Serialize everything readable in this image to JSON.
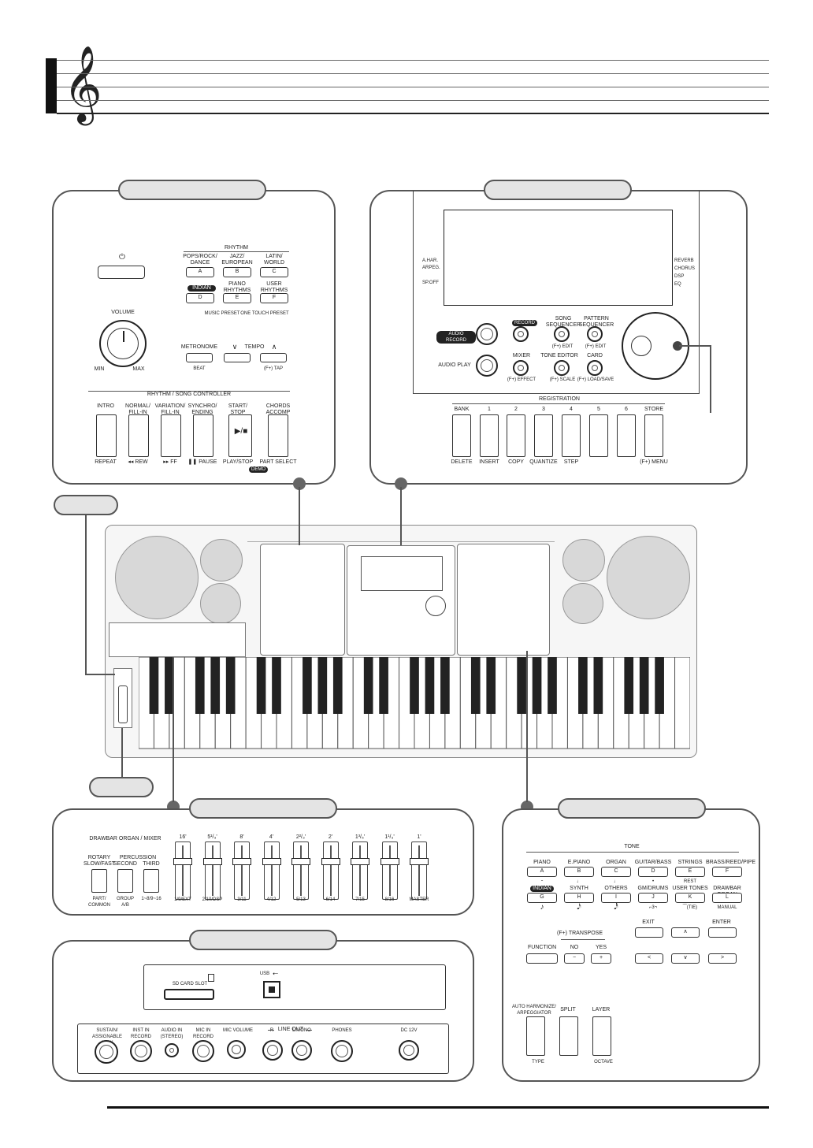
{
  "rhythm_panel": {
    "rhythm_title": "RHYTHM",
    "power_symbol": "⏻",
    "rhythm_buttons": [
      {
        "top": "POPS/ROCK/\nDANCE",
        "letter": "A"
      },
      {
        "top": "JAZZ/\nEUROPEAN",
        "letter": "B"
      },
      {
        "top": "LATIN/\nWORLD",
        "letter": "C"
      },
      {
        "top": "INDIAN",
        "letter": "D"
      },
      {
        "top": "PIANO\nRHYTHMS",
        "letter": "E"
      },
      {
        "top": "USER\nRHYTHMS",
        "letter": "F"
      }
    ],
    "music_preset": "MUSIC PRESET",
    "one_touch_preset": "ONE TOUCH PRESET",
    "volume": "VOLUME",
    "min": "MIN",
    "max": "MAX",
    "metronome": "METRONOME",
    "beat": "BEAT",
    "tempo_down": "∨",
    "tempo": "TEMPO",
    "tempo_up": "∧",
    "tap": "(F+) TAP",
    "controller_title": "RHYTHM / SONG CONTROLLER",
    "controller_buttons": [
      {
        "top": "INTRO",
        "bottom": "REPEAT"
      },
      {
        "top": "NORMAL/\nFILL-IN",
        "bottom": "◂◂ REW"
      },
      {
        "top": "VARIATION/\nFILL-IN",
        "bottom": "▸▸ FF"
      },
      {
        "top": "SYNCHRO/\nENDING",
        "bottom": "❚❚ PAUSE"
      },
      {
        "top": "START/\nSTOP",
        "bottom": "PLAY/STOP"
      },
      {
        "top": "CHORDS\nACCOMP ON/OFF",
        "bottom": "PART SELECT"
      }
    ],
    "start_stop_symbol": "▶/■",
    "demo": "DEMO"
  },
  "display_panel": {
    "left_labels": [
      "A.HAR.",
      "ARPEG.",
      "SP.OFF"
    ],
    "right_labels": [
      "REVERB",
      "CHORUS",
      "DSP",
      "EQ"
    ],
    "audio_record": "AUDIO RECORD",
    "audio_play": "AUDIO PLAY",
    "record": "RECORD",
    "song_sequencer": "SONG\nSEQUENCER",
    "song_edit": "(F+) EDIT",
    "pattern_sequencer": "PATTERN\nSEQUENCER",
    "pattern_edit": "(F+) EDIT",
    "mixer": "MIXER",
    "mixer_sub": "(F+) EFFECT",
    "tone_editor": "TONE EDITOR",
    "tone_editor_sub": "(F+) SCALE",
    "card": "CARD",
    "card_sub": "(F+) LOAD/SAVE",
    "registration": "REGISTRATION",
    "reg_top": [
      "BANK",
      "1",
      "2",
      "3",
      "4",
      "5",
      "6",
      "STORE"
    ],
    "reg_bottom": [
      "DELETE",
      "INSERT",
      "COPY",
      "QUANTIZE",
      "STEP",
      "",
      "",
      "(F+) MENU"
    ]
  },
  "drawbar_panel": {
    "title": "DRAWBAR ORGAN / MIXER",
    "rotary": "ROTARY\nSLOW/FAST",
    "percussion": "PERCUSSION",
    "second": "SECOND",
    "third": "THIRD",
    "part_common": "PART/\nCOMMON",
    "group": "GROUP\nA/B",
    "range": "1~8/9~16",
    "drawbars": [
      {
        "top": "16'",
        "bottom": "1/9/EXT"
      },
      {
        "top": "5¹/₃'",
        "bottom": "2/10/DSP"
      },
      {
        "top": "8'",
        "bottom": "3/11"
      },
      {
        "top": "4'",
        "bottom": "4/12"
      },
      {
        "top": "2²/₃'",
        "bottom": "5/13"
      },
      {
        "top": "2'",
        "bottom": "6/14"
      },
      {
        "top": "1³/₅'",
        "bottom": "7/15"
      },
      {
        "top": "1¹/₃'",
        "bottom": "8/16"
      },
      {
        "top": "1'",
        "bottom": "MASTER"
      }
    ]
  },
  "rear_panel": {
    "sd_card_slot": "SD CARD SLOT",
    "usb": "USB",
    "jacks": [
      "SUSTAIN/\nASSIGNABLE JACK",
      "INST IN\nRECORD",
      "AUDIO IN\n(STEREO)",
      "MIC IN\nRECORD",
      "MIC VOLUME",
      "R",
      "L/MONO",
      "PHONES",
      "DC 12V"
    ],
    "line_out": "LINE OUT"
  },
  "tone_panel": {
    "title": "TONE",
    "row1": [
      {
        "top": "PIANO",
        "letter": "A",
        "below": "𝄼"
      },
      {
        "top": "E.PIANO",
        "letter": "B",
        "below": "♩"
      },
      {
        "top": "ORGAN",
        "letter": "C",
        "below": "♩"
      },
      {
        "top": "GUITAR/BASS",
        "letter": "D",
        "below": "•"
      },
      {
        "top": "STRINGS",
        "letter": "E",
        "below": "REST"
      },
      {
        "top": "BRASS/REED/PIPE",
        "letter": "F",
        "below": ""
      }
    ],
    "row2": [
      {
        "top": "INDIAN",
        "letter": "G",
        "below": "♪"
      },
      {
        "top": "SYNTH",
        "letter": "H",
        "below": "𝅘𝅥𝅯"
      },
      {
        "top": "OTHERS",
        "letter": "I",
        "below": "𝅘𝅥𝅰"
      },
      {
        "top": "GM/DRUMS",
        "letter": "J",
        "below": "⌐3¬"
      },
      {
        "top": "USER TONES",
        "letter": "K",
        "below": "⁀(TIE)"
      },
      {
        "top": "DRAWBAR ORGAN",
        "letter": "L",
        "below": "MANUAL"
      }
    ],
    "exit": "EXIT",
    "enter": "ENTER",
    "transpose": "(F+) TRANSPOSE",
    "function": "FUNCTION",
    "no": "NO",
    "yes": "YES",
    "minus": "−",
    "plus": "+",
    "up": "∧",
    "left": "<",
    "down": "∨",
    "right": ">",
    "auto_harmonize": "AUTO HARMONIZE/\nARPEGGIATOR",
    "type": "TYPE",
    "split": "SPLIT",
    "layer": "LAYER",
    "octave": "OCTAVE"
  }
}
